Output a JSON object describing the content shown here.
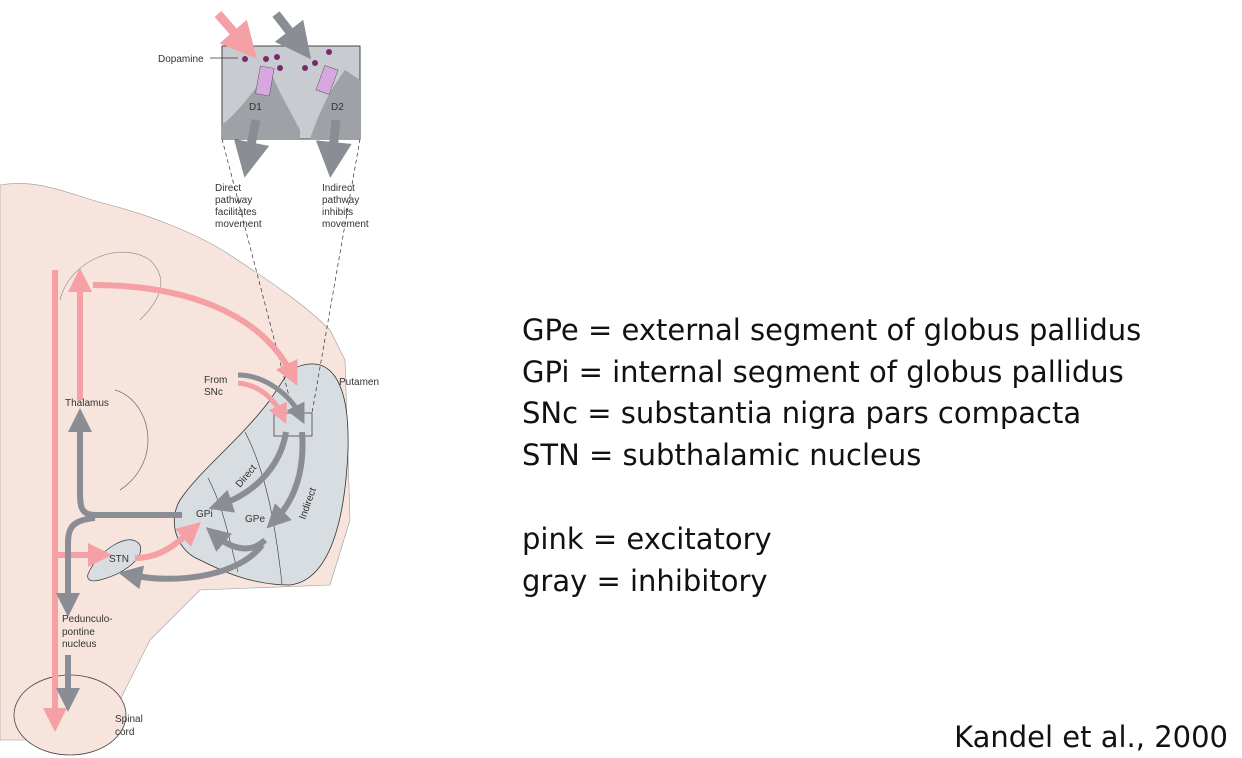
{
  "diagram": {
    "labels": {
      "dopamine": "Dopamine",
      "d1": "D1",
      "d2": "D2",
      "direct_caption": [
        "Direct",
        "pathway",
        "facilitates",
        "movement"
      ],
      "indirect_caption": [
        "Indirect",
        "pathway",
        "inhibits",
        "movement"
      ],
      "from_snc": [
        "From",
        "SNc"
      ],
      "putamen": "Putamen",
      "thalamus": "Thalamus",
      "direct": "Direct",
      "indirect": "Indirect",
      "gpi": "GPi",
      "gpe": "GPe",
      "stn": "STN",
      "ppn": [
        "Pedunculo-",
        "pontine",
        "nucleus"
      ],
      "spinal_cord": [
        "Spinal",
        "cord"
      ]
    },
    "colors": {
      "excitatory": "#f4a0a4",
      "inhibitory": "#8a8d93",
      "tissue": "#f7e4dd",
      "nucleus": "#d8dde2"
    }
  },
  "definitions": [
    "GPe = external segment of globus pallidus",
    "GPi = internal segment of globus pallidus",
    "SNc = substantia nigra pars compacta",
    "STN = subthalamic nucleus"
  ],
  "legend": [
    "pink = excitatory",
    "gray = inhibitory"
  ],
  "citation": "Kandel et al., 2000"
}
